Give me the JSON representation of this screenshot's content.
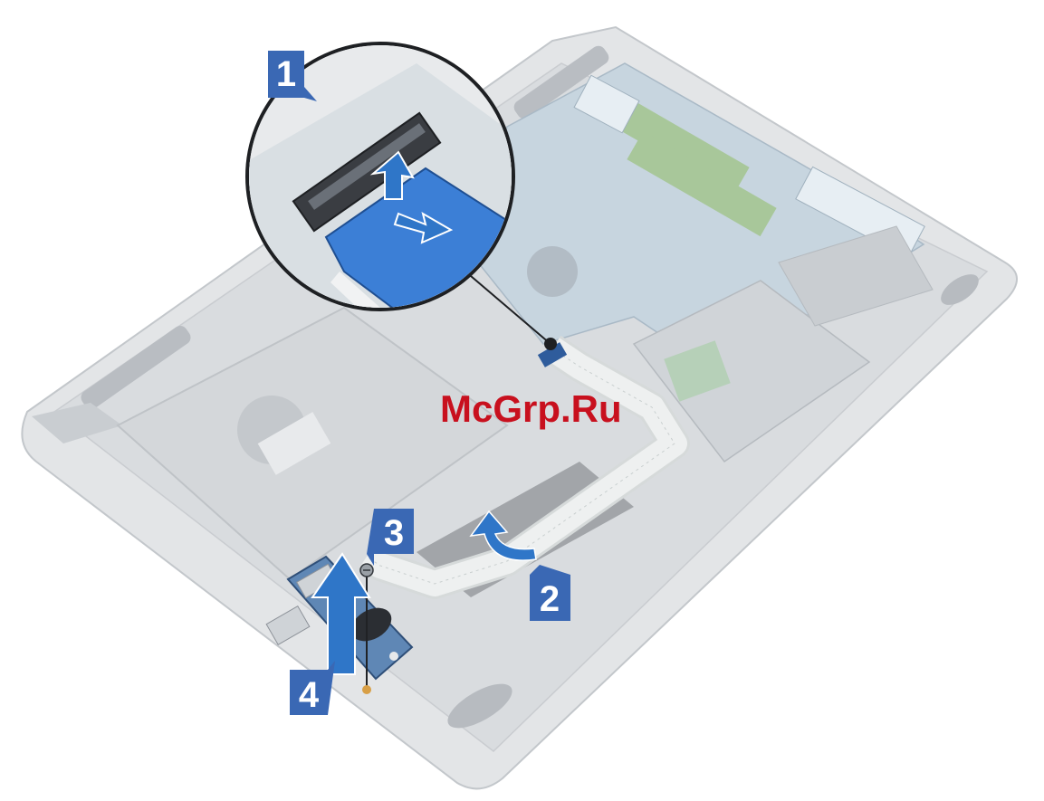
{
  "watermark": "McGrp.Ru",
  "callouts": [
    {
      "id": "1",
      "label": "1"
    },
    {
      "id": "2",
      "label": "2"
    },
    {
      "id": "3",
      "label": "3"
    },
    {
      "id": "4",
      "label": "4"
    }
  ],
  "colors": {
    "callout_fill": "#3a68b4",
    "arrow_fill": "#2f76c8",
    "watermark": "#c8101e",
    "chassis": "#d2d5d8",
    "board": "#b8c9d6",
    "ribbon_cable": "#e9ecec",
    "io_board": "#4f78a8",
    "magnifier_cable": "#3c7fd6"
  },
  "icons": [
    "up-arrow-icon",
    "curved-arrow-icon",
    "screw-icon",
    "magnifier-icon"
  ]
}
